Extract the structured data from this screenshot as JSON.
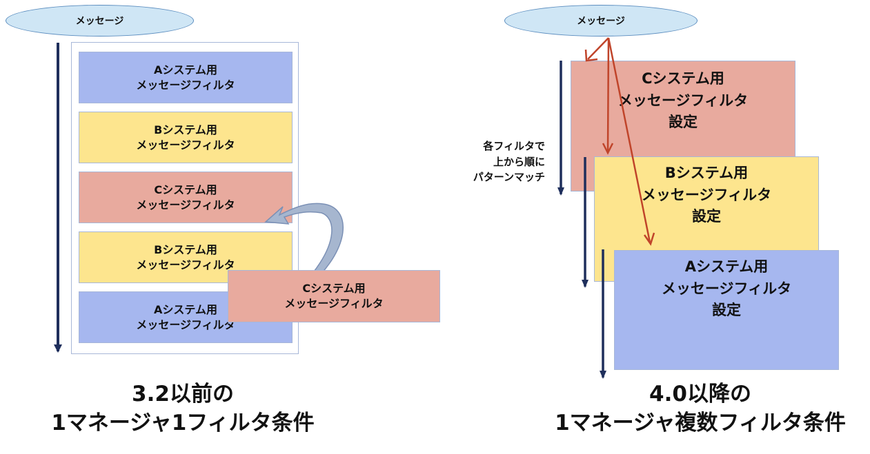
{
  "left": {
    "message": "メッセージ",
    "filters": [
      {
        "line1": "Aシステム用",
        "line2": "メッセージフィルタ"
      },
      {
        "line1": "Bシステム用",
        "line2": "メッセージフィルタ"
      },
      {
        "line1": "Cシステム用",
        "line2": "メッセージフィルタ"
      },
      {
        "line1": "Bシステム用",
        "line2": "メッセージフィルタ"
      },
      {
        "line1": "Aシステム用",
        "line2": "メッセージフィルタ"
      }
    ],
    "moving_filter": {
      "line1": "Cシステム用",
      "line2": "メッセージフィルタ"
    },
    "caption": {
      "line1": "3.2以前の",
      "line2": "1マネージャ1フィルタ条件"
    }
  },
  "right": {
    "message": "メッセージ",
    "note": [
      "各フィルタで",
      "上から順に",
      "パターンマッチ"
    ],
    "filters": [
      {
        "line1": "Cシステム用",
        "line2": "メッセージフィルタ",
        "line3": "設定"
      },
      {
        "line1": "Bシステム用",
        "line2": "メッセージフィルタ",
        "line3": "設定"
      },
      {
        "line1": "Aシステム用",
        "line2": "メッセージフィルタ",
        "line3": "設定"
      }
    ],
    "caption": {
      "line1": "4.0以降の",
      "line2": "1マネージャ複数フィルタ条件"
    }
  },
  "colors": {
    "blue_filter": "#a6b7ef",
    "yellow_filter": "#fde58e",
    "pink_filter": "#e8aa9e",
    "message_fill": "#cfe6f5",
    "flow_arrow": "#1f2f5c",
    "match_arrow": "#c0442a"
  }
}
